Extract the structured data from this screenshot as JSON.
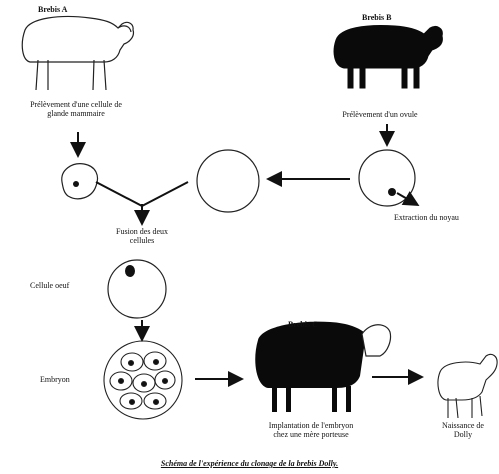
{
  "labels": {
    "ewe_a": "Brebis A",
    "ewe_b": "Brebis B",
    "ewe_c": "Brebis C",
    "sampling_cell_line1": "Prélèvement d'une cellule de",
    "sampling_cell_line2": "glande mammaire",
    "sampling_ovum": "Prélèvement d'un ovule",
    "nucleus_extraction": "Extraction du noyau",
    "fusion_line1": "Fusion des deux",
    "fusion_line2": "cellules",
    "egg_cell": "Cellule oeuf",
    "embryo": "Embryon",
    "implant_line1": "Implantation de l'embryon",
    "implant_line2": "chez une mère porteuse",
    "birth_line1": "Naissance de",
    "birth_line2": "Dolly",
    "caption": "Schéma de l'expérience du clonage de la brebis Dolly."
  }
}
